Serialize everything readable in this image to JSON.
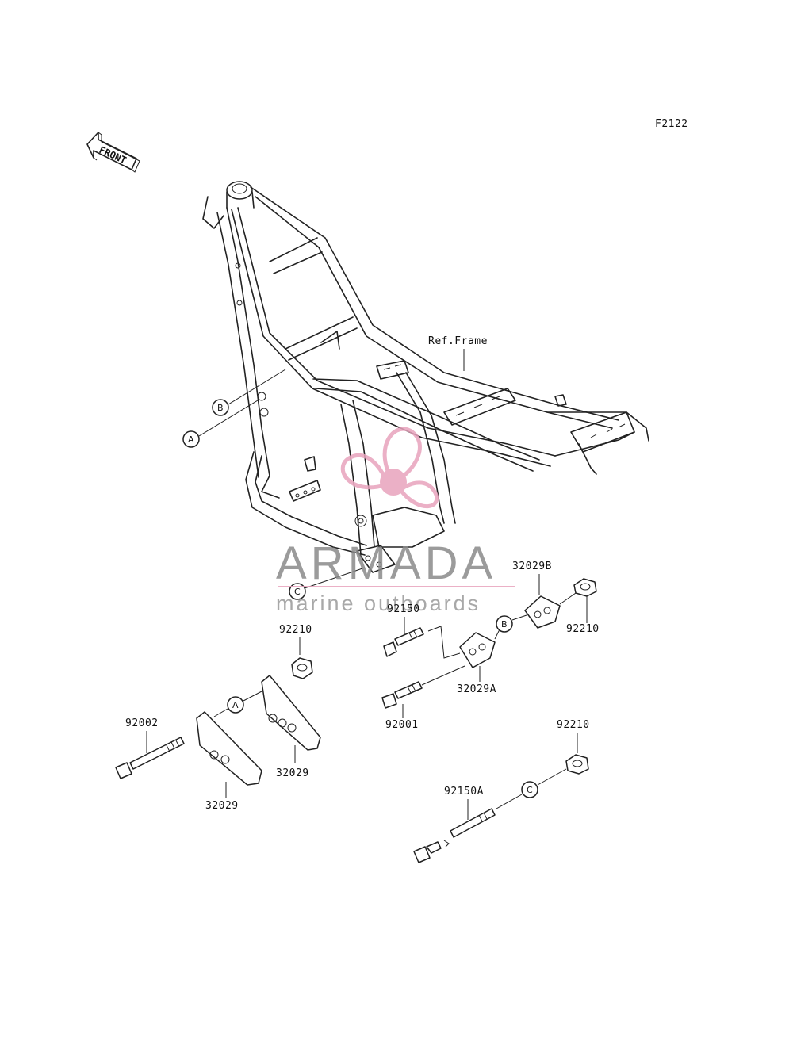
{
  "figure_code": "F2122",
  "front_label": "FRONT",
  "ref_frame_label": "Ref.Frame",
  "part_labels": {
    "bolt_92150": "92150",
    "nut_92210_top": "92210",
    "bracket_32029B": "32029B",
    "nut_92210_right": "92210",
    "bracket_32029A": "32029A",
    "bolt_92001": "92001",
    "bolt_92002": "92002",
    "bracket_32029_inner": "32029",
    "bracket_32029_outer": "32029",
    "nut_92210_lower": "92210",
    "bolt_92150A": "92150A"
  },
  "callouts": {
    "frame_b": "B",
    "frame_a": "A",
    "frame_c": "C",
    "parts_a": "A",
    "parts_b": "B",
    "parts_c": "C"
  },
  "watermark": {
    "name": "ARMADA",
    "tagline": "marine outboards",
    "color_pink": "#e8a3bd",
    "color_gray": "#8a8a8a"
  }
}
